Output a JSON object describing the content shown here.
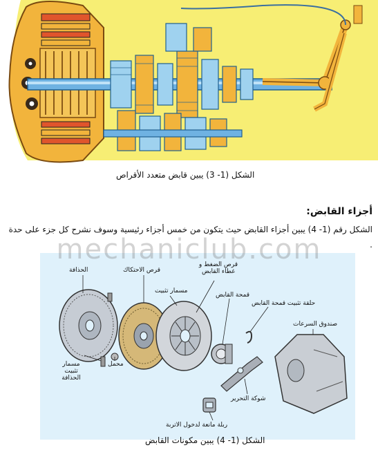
{
  "figure1": {
    "caption": "الشكل (1-  3) يبين قابض متعدد الأقراص",
    "background_color": "#f7ee74",
    "part_color": "#f2b43c",
    "shaft_color": "#6fb2e2"
  },
  "section": {
    "heading": "أجزاء القابض:",
    "paragraph": "الشكل رقم (1-  4) يبين أجزاء القابض حيث يتكون من خمس أجزاء رئيسية وسوف نشرح كل جزء على حدة ."
  },
  "watermark": "mechaniclub.com",
  "figure2": {
    "caption": "الشكل (1-  4) يبين  مكونات القابض",
    "background_color": "#dff1fb",
    "labels": {
      "flywheel": "الحذافة",
      "clutch_disc": "قرص الاحتكاك",
      "pressure_plate": "قرص الضغط و غطاء القابض",
      "bolt": "مسمار تثبيت",
      "release_bearing": "قمحة القابض",
      "bearing_clip": "حلقة تثبيت قمحة القابض",
      "gearbox": "صندوق السرعات",
      "flywheel_bolt": "مسمار تثبيت الحذافة",
      "pilot_bearing": "محمل",
      "release_fork": "شوكة التحرير",
      "dust_seal": "ربلة مانعة لدخول الاتربة"
    }
  }
}
